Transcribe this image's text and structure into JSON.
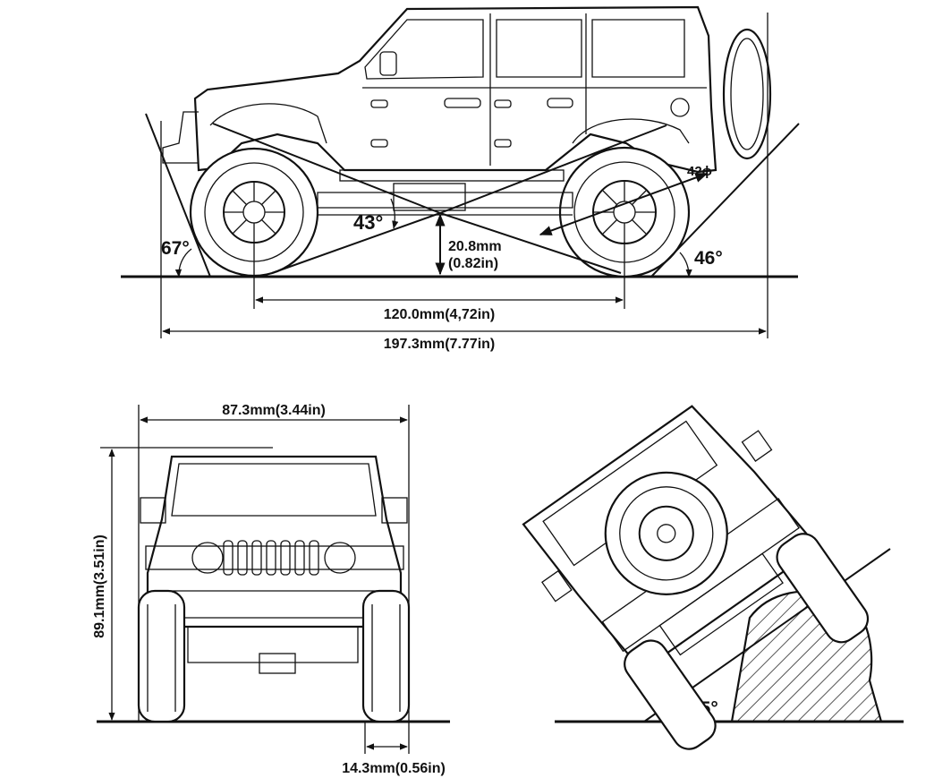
{
  "side_view": {
    "approach_angle": "67°",
    "breakover_angle": "43°",
    "departure_angle": "46°",
    "ground_clearance_mm": "20.8mm",
    "ground_clearance_in": "(0.82in)",
    "wheelbase": "120.0mm(4,72in)",
    "overall_length": "197.3mm(7.77in)",
    "tire_diameter": "42ϕ"
  },
  "front_view": {
    "width": "87.3mm(3.44in)",
    "height": "89.1mm(3.51in)",
    "tire_width": "14.3mm(0.56in)"
  },
  "rear_view": {
    "tilt_angle": "35°"
  }
}
